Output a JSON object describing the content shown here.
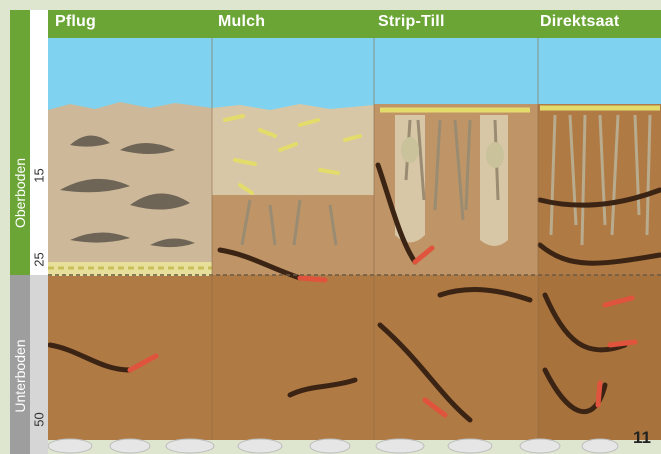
{
  "columns": [
    {
      "title": "Pflug"
    },
    {
      "title": "Mulch"
    },
    {
      "title": "Strip-Till"
    },
    {
      "title": "Direktsaat"
    }
  ],
  "side_labels": {
    "topsoil": "Oberboden",
    "subsoil": "Unterboden"
  },
  "depth_marks": [
    "15",
    "25",
    "50"
  ],
  "page_number": "11",
  "colors": {
    "header_green": "#6aa535",
    "sky": "#7fd3f0",
    "topsoil_light": "#cdb89a",
    "subsoil": "#b07a44",
    "worm_red": "#e0533c",
    "earthworm_channel": "#3b2414"
  }
}
